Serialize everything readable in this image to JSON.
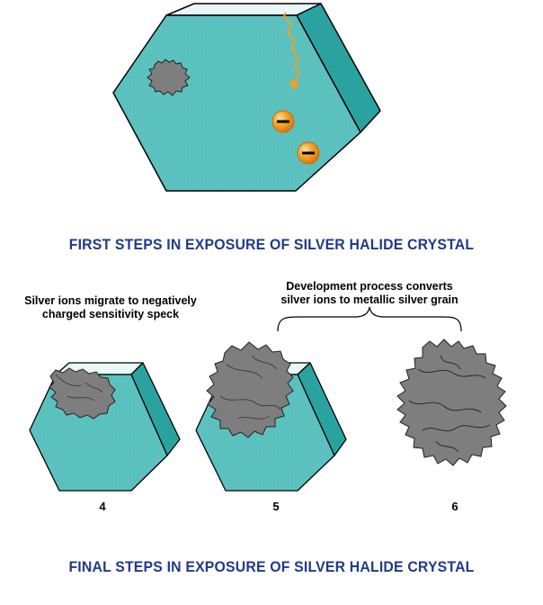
{
  "headings": {
    "first": "FIRST STEPS IN EXPOSURE OF SILVER HALIDE CRYSTAL",
    "final": "FINAL STEPS IN EXPOSURE OF SILVER HALIDE CRYSTAL"
  },
  "captions": {
    "migrate_line1": "Silver ions migrate to negatively",
    "migrate_line2": "charged sensitivity speck",
    "develop_line1": "Development process converts",
    "develop_line2": "silver ions to metallic silver grain"
  },
  "step_numbers": [
    "4",
    "5",
    "6"
  ],
  "electron_symbol": "−",
  "colors": {
    "crystal_face": "#5cc2bf",
    "crystal_side": "#2aa3a0",
    "crystal_top": "#e9f7f6",
    "silver_grain": "#7e7e7e",
    "electron": "#f29a1f",
    "photon": "#f4a11f",
    "heading": "#1f3a8a"
  }
}
